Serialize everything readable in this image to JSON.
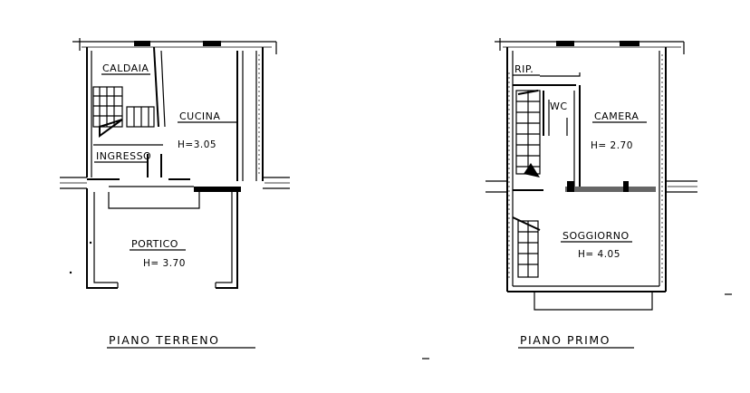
{
  "plans": [
    {
      "title": "PIANO TERRENO",
      "rooms": [
        {
          "label": "CALDAIA",
          "height": ""
        },
        {
          "label": "CUCINA",
          "height": "H=3.05"
        },
        {
          "label": "INGRESSO",
          "height": ""
        },
        {
          "label": "PORTICO",
          "height": "H= 3.70"
        }
      ]
    },
    {
      "title": "PIANO PRIMO",
      "rooms": [
        {
          "label": "RIP.",
          "height": ""
        },
        {
          "label": "WC",
          "height": ""
        },
        {
          "label": "CAMERA",
          "height": "H= 2.70"
        },
        {
          "label": "SOGGIORNO",
          "height": "H= 4.05"
        }
      ]
    }
  ]
}
